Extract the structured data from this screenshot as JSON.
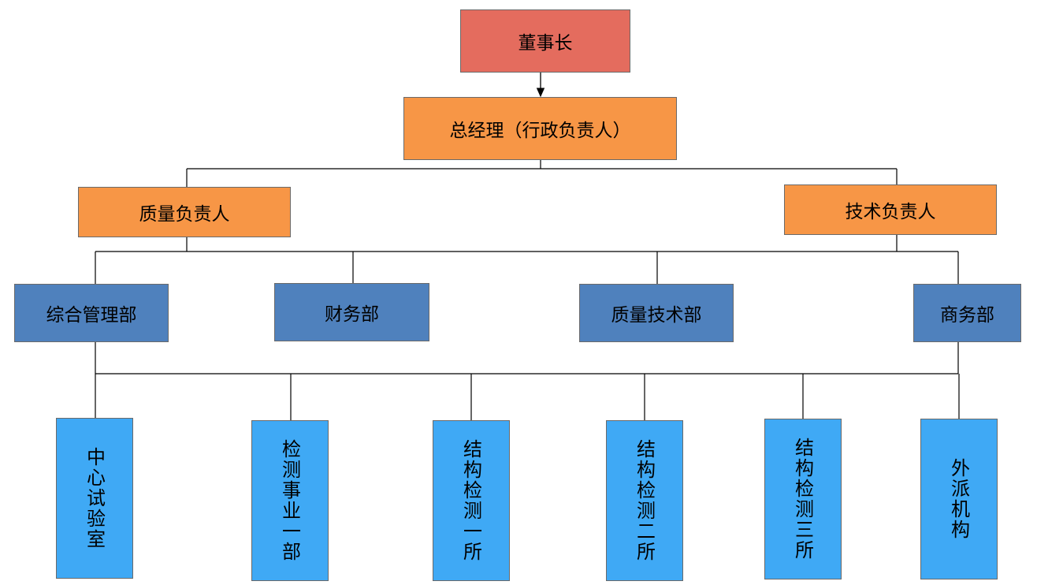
{
  "nodes": {
    "chairman": "董事长",
    "general_manager": "总经理（行政负责人）",
    "quality_head": "质量负责人",
    "technical_head": "技术负责人",
    "departments": [
      "综合管理部",
      "财务部",
      "质量技术部",
      "商务部"
    ],
    "units": [
      "中心试验室",
      "检测事业一部",
      "结构检测一所",
      "结构检测二所",
      "结构检测三所",
      "外派机构"
    ]
  },
  "colors": {
    "chairman": "#e46c5e",
    "managers": "#f79646",
    "departments": "#4f81bd",
    "units": "#3fa9f5",
    "lines": "#000000"
  }
}
